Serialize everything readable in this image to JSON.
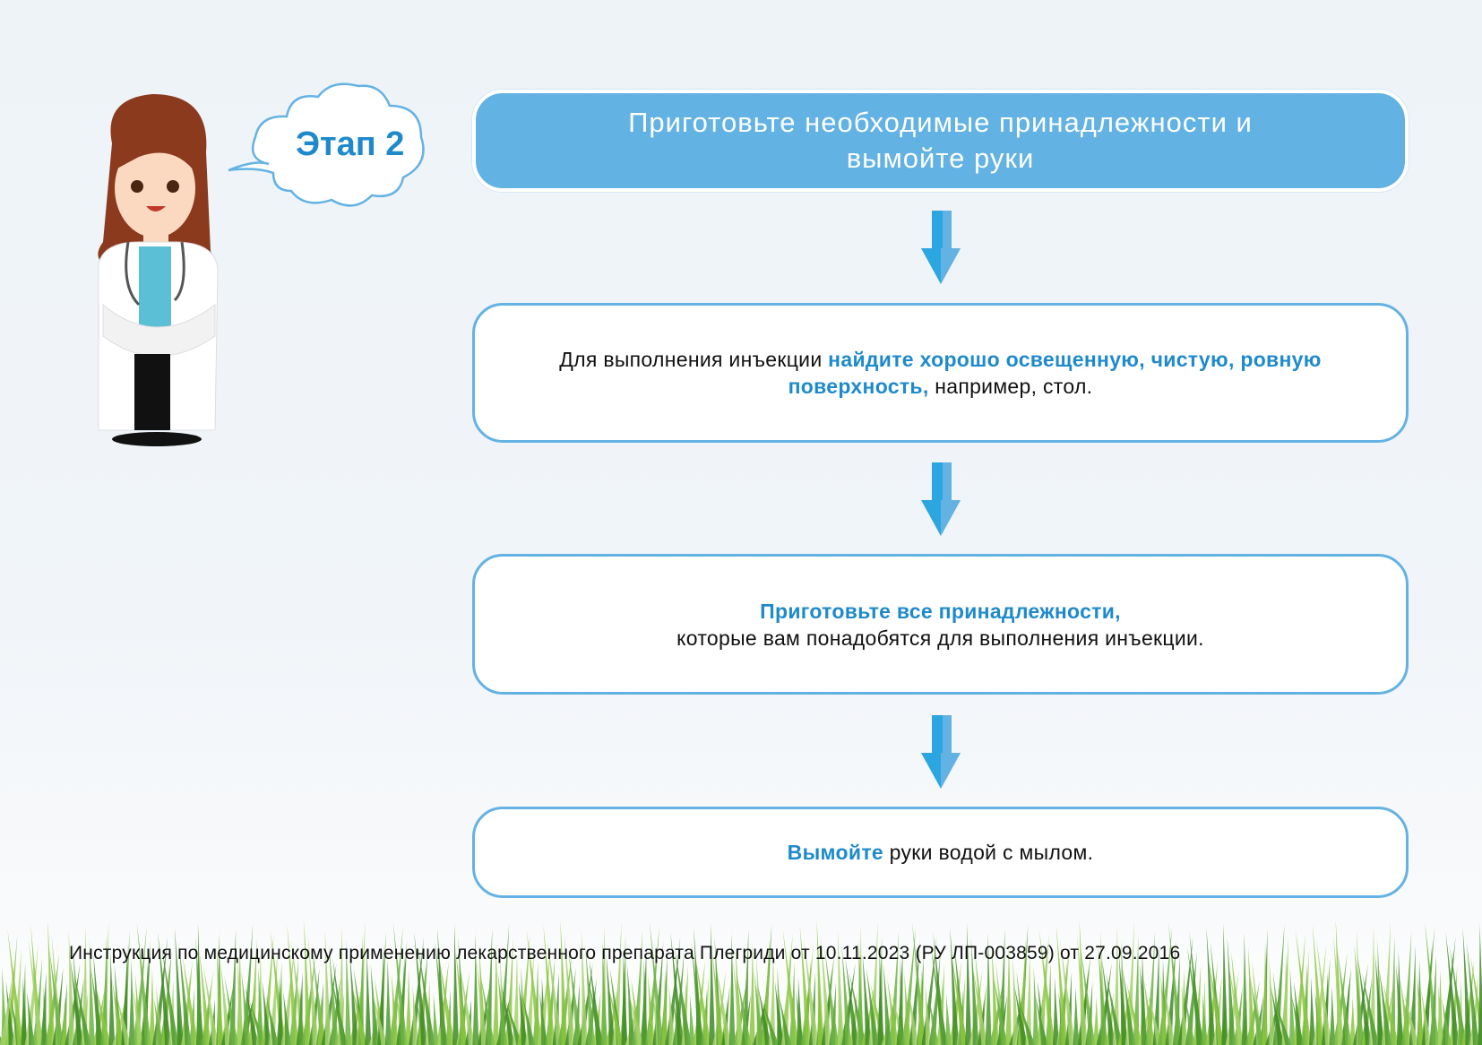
{
  "stage_label": "Этап 2",
  "header": {
    "title_line1": "Приготовьте необходимые принадлежности и",
    "title_line2": "вымойте руки"
  },
  "steps": [
    {
      "text_before": "Для выполнения инъекции ",
      "highlight": "найдите хорошо освещенную, чистую, ровную поверхность,",
      "text_after": " например, стол."
    },
    {
      "highlight": "Приготовьте все принадлежности,",
      "text_after": "которые вам понадобятся для выполнения инъекции."
    },
    {
      "highlight": "Вымойте",
      "text_after": " руки водой с мылом."
    }
  ],
  "footer": "Инструкция по медицинскому применению лекарственного препарата Плегриди от 10.11.2023 (РУ ЛП-003859) от 27.09.2016",
  "colors": {
    "accent": "#1f8acb",
    "header_bg": "#62b2e3",
    "border": "#64b2e4",
    "arrow": "#2ba6e0"
  }
}
